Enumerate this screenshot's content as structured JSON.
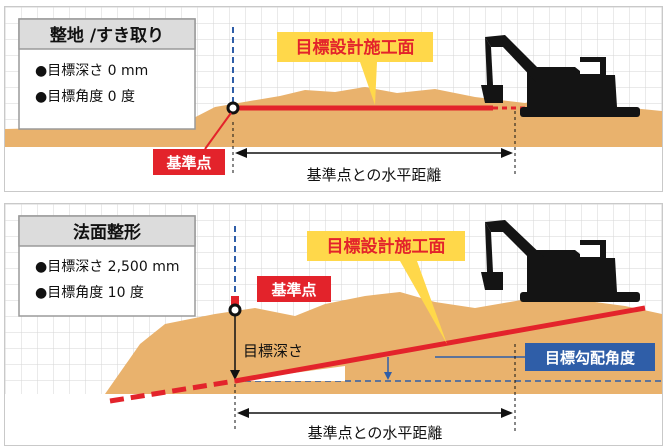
{
  "top_panel": {
    "title": "整地 /すき取り",
    "spec_depth": "●目標深さ 0 mm",
    "spec_angle": "●目標角度 0 度",
    "design_surface_label": "目標設計施工面",
    "base_point_label": "基準点",
    "horizontal_distance_label": "基準点との水平距離"
  },
  "bottom_panel": {
    "title": "法面整形",
    "spec_depth": "●目標深さ 2,500 mm",
    "spec_angle": "●目標角度 10 度",
    "design_surface_label": "目標設計施工面",
    "base_point_label": "基準点",
    "target_depth_label": "目標深さ",
    "slope_angle_label": "目標勾配角度",
    "horizontal_distance_label": "基準点との水平距離"
  },
  "colors": {
    "red": "#e3232b",
    "yellow": "#ffd84a",
    "blue": "#2f5ea8",
    "soil": "#e9b26d",
    "grid": "#d4d4d4",
    "machine": "#141414"
  }
}
